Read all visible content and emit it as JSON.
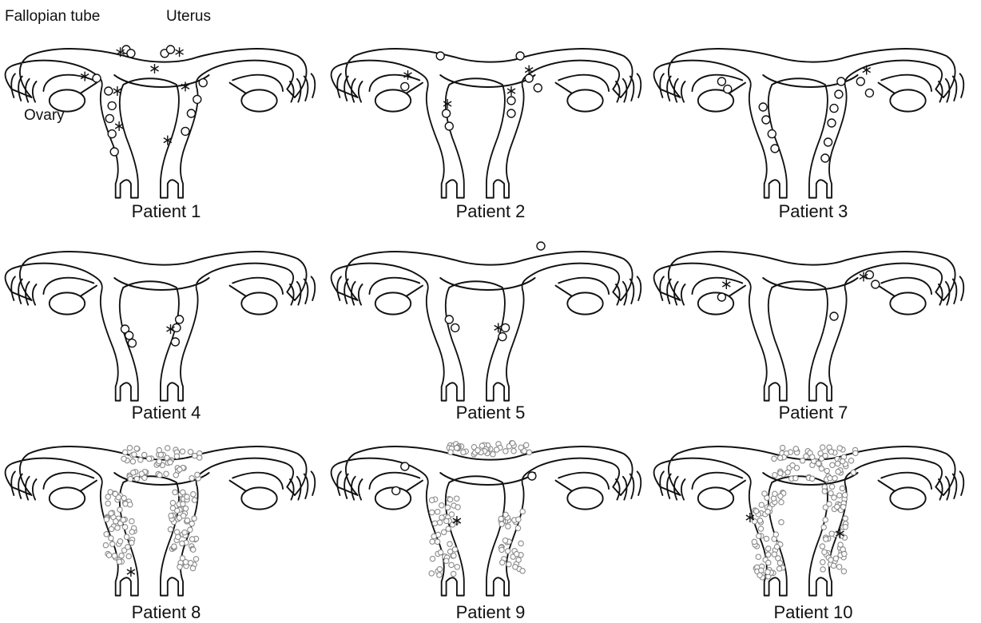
{
  "anatomy_labels": {
    "fallopian_tube": "Fallopian tube",
    "uterus": "Uterus",
    "ovary": "Ovary"
  },
  "panels": [
    {
      "caption": "Patient 1",
      "pattern": "scattered"
    },
    {
      "caption": "Patient 2",
      "pattern": "scattered"
    },
    {
      "caption": "Patient 3",
      "pattern": "scattered"
    },
    {
      "caption": "Patient 4",
      "pattern": "scattered"
    },
    {
      "caption": "Patient 5",
      "pattern": "scattered"
    },
    {
      "caption": "Patient 7",
      "pattern": "scattered"
    },
    {
      "caption": "Patient 8",
      "pattern": "dense"
    },
    {
      "caption": "Patient 9",
      "pattern": "dense"
    },
    {
      "caption": "Patient 10",
      "pattern": "dense"
    }
  ],
  "colors": {
    "outline": "#111111",
    "lesion_fill": "#ffffff",
    "dense_lesion_stroke": "#8a8a8a",
    "background": "#ffffff"
  }
}
